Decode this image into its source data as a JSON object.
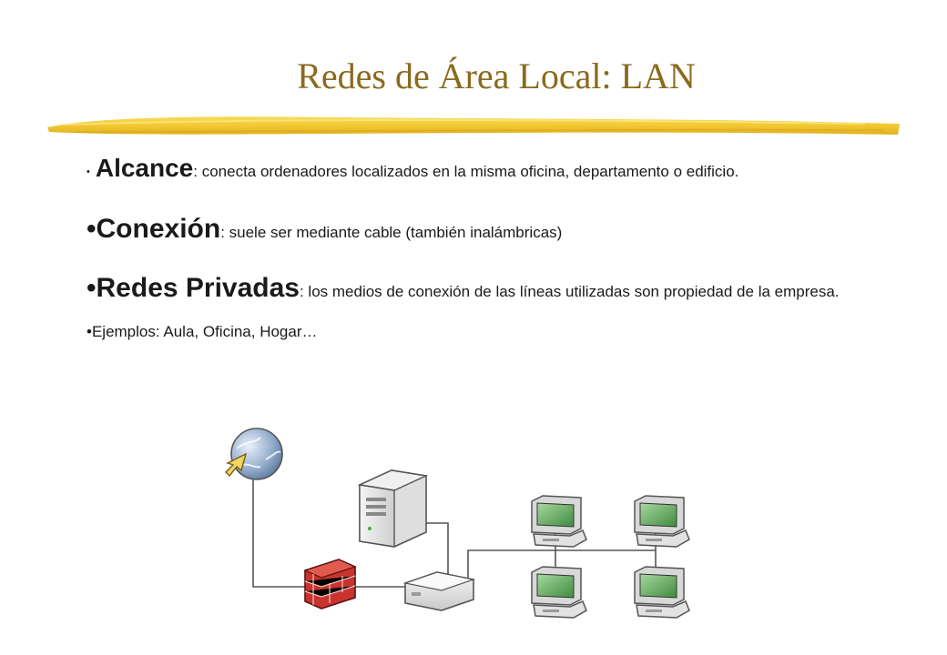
{
  "slide": {
    "title": "Redes de Área Local: LAN",
    "accent_color": "#8a6a1c",
    "underline_color": "#f2c832"
  },
  "bullets": [
    {
      "term": "Alcance",
      "text": ": conecta ordenadores localizados en la misma oficina, departamento o edificio."
    },
    {
      "term": "Conexión",
      "text": ": suele ser mediante cable (también inalámbricas)"
    },
    {
      "term": "Redes Privadas",
      "text": ": los medios de conexión de las líneas utilizadas son propiedad de la empresa."
    },
    {
      "text": "Ejemplos: Aula, Oficina, Hogar…"
    }
  ],
  "diagram": {
    "icons": [
      "globe-internet-icon",
      "server-icon",
      "firewall-icon",
      "switch-icon",
      "workstation-icon"
    ],
    "workstation_count": 4
  }
}
